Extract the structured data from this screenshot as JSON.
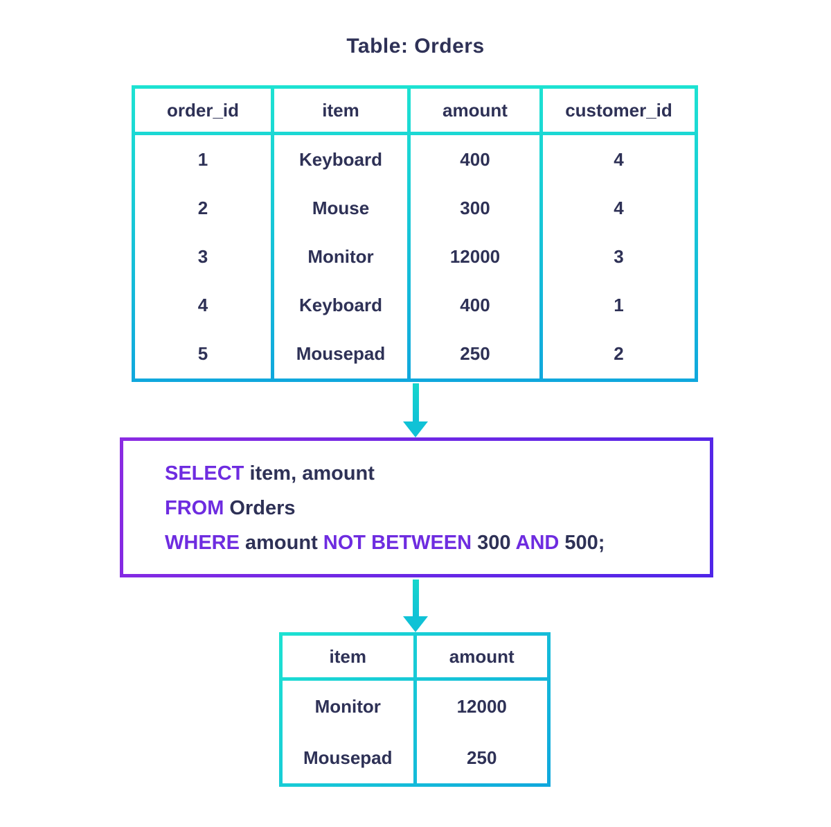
{
  "title": "Table: Orders",
  "source_table": {
    "columns": [
      "order_id",
      "item",
      "amount",
      "customer_id"
    ],
    "rows": [
      [
        "1",
        "Keyboard",
        "400",
        "4"
      ],
      [
        "2",
        "Mouse",
        "300",
        "4"
      ],
      [
        "3",
        "Monitor",
        "12000",
        "3"
      ],
      [
        "4",
        "Keyboard",
        "400",
        "1"
      ],
      [
        "5",
        "Mousepad",
        "250",
        "2"
      ]
    ]
  },
  "query": {
    "lines": [
      [
        {
          "text": "SELECT",
          "keyword": true
        },
        {
          "text": " item, amount",
          "keyword": false
        }
      ],
      [
        {
          "text": "FROM",
          "keyword": true
        },
        {
          "text": " Orders",
          "keyword": false
        }
      ],
      [
        {
          "text": "WHERE",
          "keyword": true
        },
        {
          "text": " amount ",
          "keyword": false
        },
        {
          "text": "NOT BETWEEN",
          "keyword": true
        },
        {
          "text": " 300 ",
          "keyword": false
        },
        {
          "text": "AND",
          "keyword": true
        },
        {
          "text": " 500;",
          "keyword": false
        }
      ]
    ]
  },
  "result_table": {
    "columns": [
      "item",
      "amount"
    ],
    "rows": [
      [
        "Monitor",
        "12000"
      ],
      [
        "Mousepad",
        "250"
      ]
    ]
  },
  "colors": {
    "text": "#2e3156",
    "keyword": "#6e2ce0",
    "tbl_start": "#1de2d2",
    "tbl_end": "#10a7dd",
    "qb_start": "#8b2be2",
    "qb_end": "#4f25e8",
    "arrow_start": "#16d6cc",
    "arrow_end": "#10c2d6"
  }
}
